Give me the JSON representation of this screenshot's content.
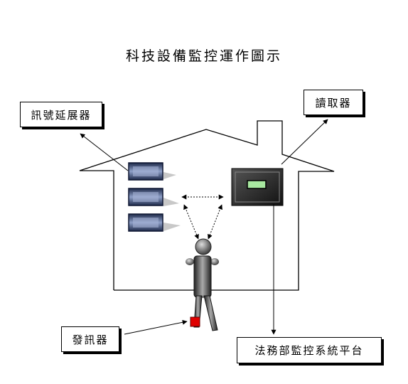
{
  "title": "科技設備監控運作圖示",
  "labels": {
    "extender": "訊號延展器",
    "reader": "讀取器",
    "transmitter": "發訊器",
    "platform": "法務部監控系統平台"
  },
  "colors": {
    "line": "#000000",
    "device_dark": "#1e2a4a",
    "device_mid": "#6a7ba8",
    "person_gray": "#555555",
    "screen_green": "#a8e8a0",
    "ankle_red": "#e00000"
  },
  "icons": [
    "house-outline",
    "extender-device-icon",
    "reader-device-icon",
    "person-icon",
    "ankle-transmitter-icon"
  ]
}
